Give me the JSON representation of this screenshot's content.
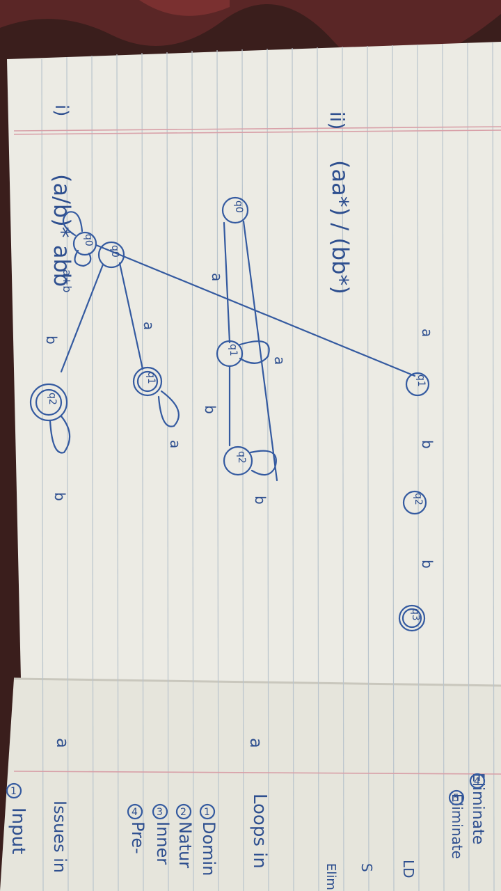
{
  "problem_1": {
    "label": "i)",
    "expression": "(a/b)* abb",
    "loop_label": "a+b",
    "states": [
      "q0",
      "q1",
      "q2",
      "q3"
    ],
    "transitions": [
      "a",
      "b",
      "b"
    ]
  },
  "problem_2": {
    "label": "ii)",
    "expression": "(aa*) / (bb*)",
    "dfa1": {
      "states": [
        "q0",
        "q1",
        "q2"
      ],
      "labels": [
        "a",
        "a",
        "b",
        "b"
      ]
    },
    "dfa2": {
      "states": [
        "q0",
        "q1",
        "q2"
      ],
      "labels": [
        "a",
        "a",
        "b",
        "b"
      ]
    }
  },
  "next_page": {
    "items": [
      "Eliminate",
      "Eliminate",
      "LD",
      "S",
      "Elim",
      "Loops in",
      "a",
      "Domin",
      "Natur",
      "Inner",
      "Pre-",
      "Issues in",
      "a",
      "Input"
    ],
    "numbers": [
      "4",
      "5",
      "1",
      "2",
      "3",
      "4",
      "1"
    ]
  },
  "colors": {
    "ink": "#345aa0",
    "paper": "#ecebe4",
    "fabric": "#3a1e1c"
  }
}
